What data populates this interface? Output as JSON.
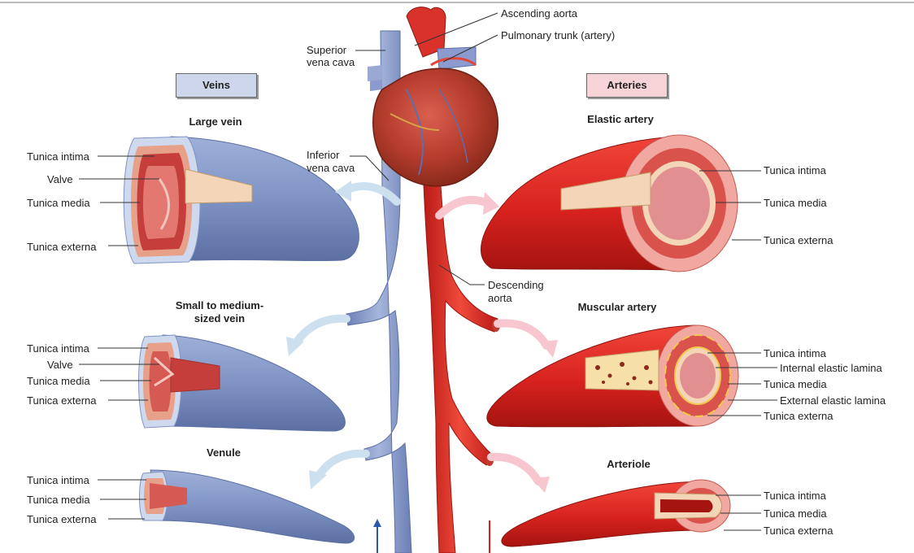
{
  "sections": {
    "veins": "Veins",
    "arteries": "Arteries"
  },
  "colors": {
    "vein": "#7f93c4",
    "artery": "#d8221e",
    "veins_box": "#cdd6ea",
    "arteries_box": "#f6d3d6",
    "intima": "#f3d6b8",
    "media": "#d8736d"
  },
  "top_labels": {
    "ascending_aorta": "Ascending aorta",
    "pulmonary_trunk": "Pulmonary trunk (artery)",
    "superior_vena_cava": [
      "Superior",
      "vena cava"
    ],
    "inferior_vena_cava": [
      "Inferior",
      "vena cava"
    ],
    "descending_aorta": [
      "Descending",
      "aorta"
    ]
  },
  "veins": {
    "large": {
      "title": "Large vein",
      "labels": [
        "Tunica intima",
        "Valve",
        "Tunica media",
        "Tunica externa"
      ]
    },
    "small": {
      "title": [
        "Small to medium-",
        "sized vein"
      ],
      "labels": [
        "Tunica intima",
        "Valve",
        "Tunica media",
        "Tunica externa"
      ]
    },
    "venule": {
      "title": "Venule",
      "labels": [
        "Tunica intima",
        "Tunica media",
        "Tunica externa"
      ]
    }
  },
  "arteries": {
    "elastic": {
      "title": "Elastic artery",
      "labels": [
        "Tunica intima",
        "Tunica media",
        "Tunica externa"
      ]
    },
    "muscular": {
      "title": "Muscular artery",
      "labels": [
        "Tunica intima",
        "Internal elastic lamina",
        "Tunica media",
        "External elastic lamina",
        "Tunica externa"
      ]
    },
    "arteriole": {
      "title": "Arteriole",
      "labels": [
        "Tunica intima",
        "Tunica media",
        "Tunica externa"
      ]
    }
  }
}
